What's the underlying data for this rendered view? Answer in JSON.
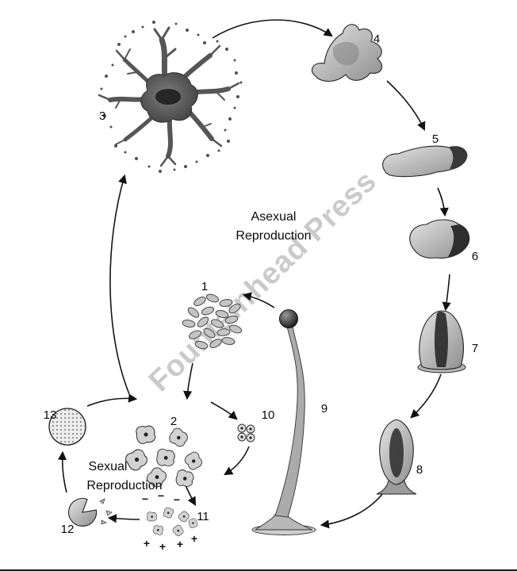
{
  "watermark": "Fountainhead Press",
  "labels": {
    "asexual": {
      "line1": "Asexual",
      "line2": "Reproduction"
    },
    "sexual": {
      "line1": "Sexual",
      "line2": "Reproduction"
    }
  },
  "stages": [
    {
      "label": "1"
    },
    {
      "label": "2"
    },
    {
      "label": "3"
    },
    {
      "label": "4"
    },
    {
      "label": "5"
    },
    {
      "label": "6"
    },
    {
      "label": "7"
    },
    {
      "label": "8"
    },
    {
      "label": "9"
    },
    {
      "label": "10"
    },
    {
      "label": "11"
    },
    {
      "label": "12"
    },
    {
      "label": "13"
    }
  ],
  "mating": {
    "plus": "+",
    "minus": "−"
  }
}
